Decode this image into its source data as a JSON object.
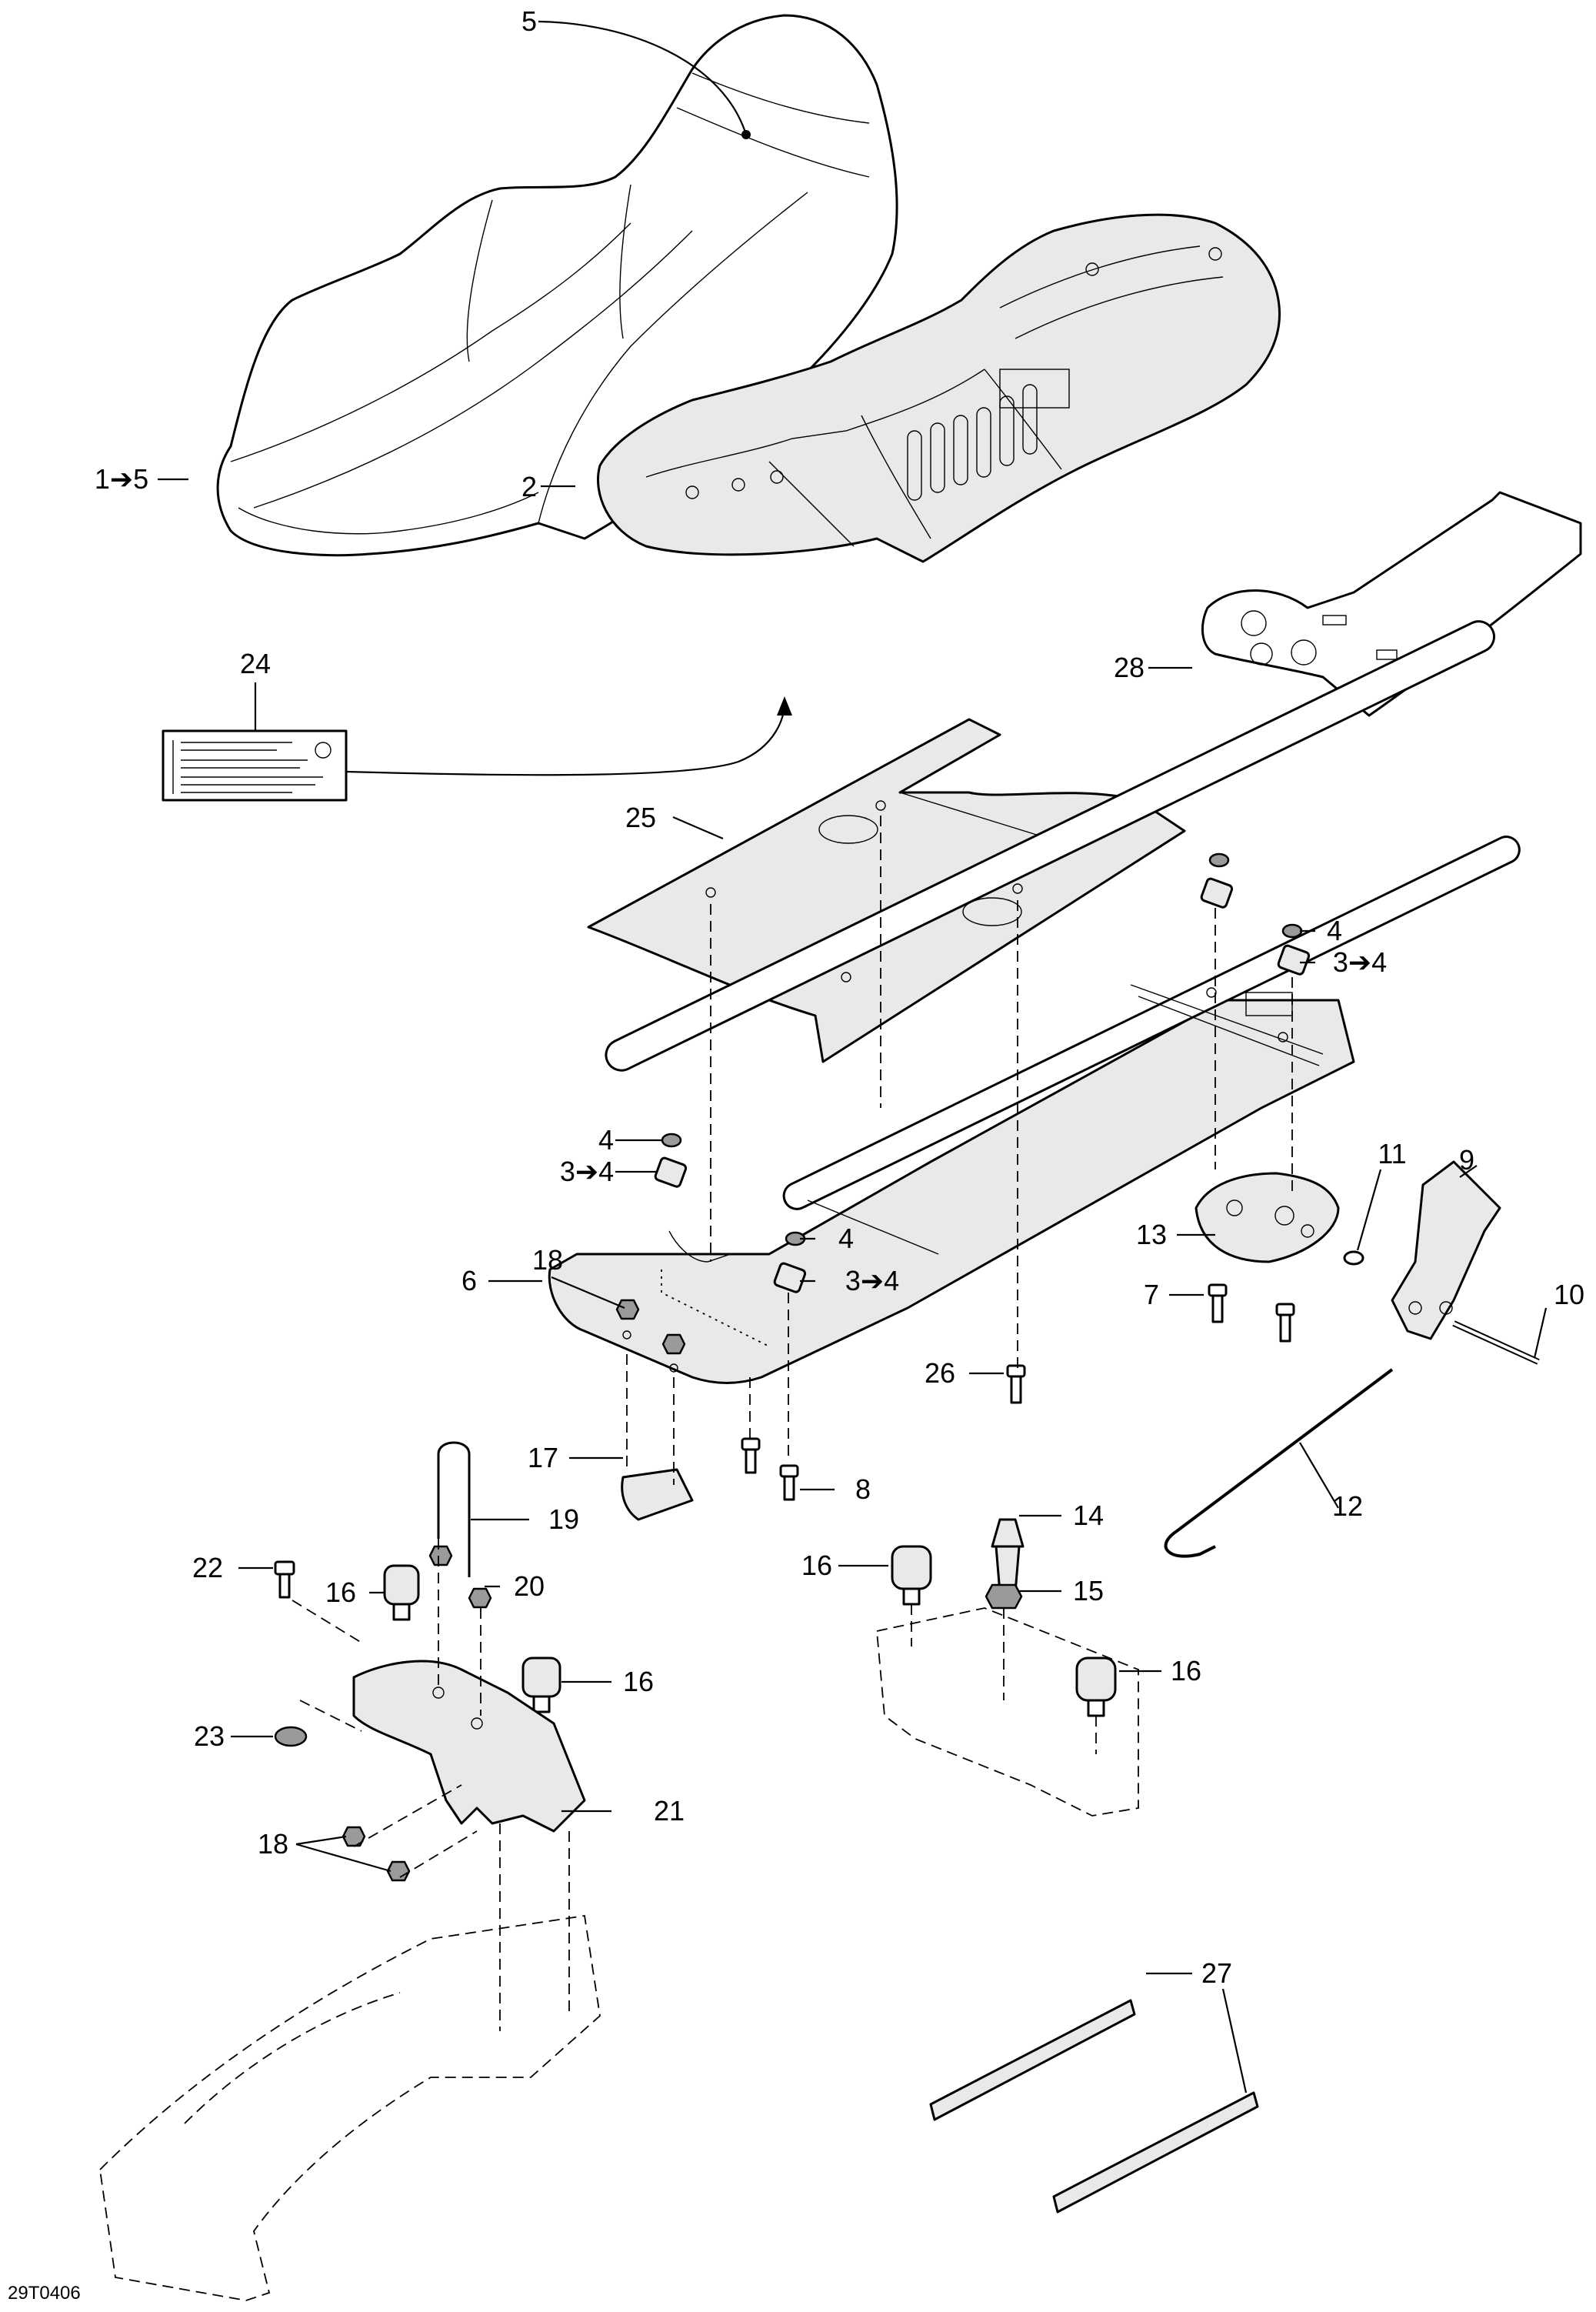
{
  "diagram_code": "29T0406",
  "callouts": [
    {
      "id": "c5",
      "text": "5"
    },
    {
      "id": "c1to5",
      "text": "1➔5"
    },
    {
      "id": "c2",
      "text": "2"
    },
    {
      "id": "c24",
      "text": "24"
    },
    {
      "id": "c28",
      "text": "28"
    },
    {
      "id": "c25",
      "text": "25"
    },
    {
      "id": "c4a",
      "text": "4"
    },
    {
      "id": "c3a",
      "text": "3➔4"
    },
    {
      "id": "c4b",
      "text": "4"
    },
    {
      "id": "c3b",
      "text": "3➔4"
    },
    {
      "id": "c4c",
      "text": "4"
    },
    {
      "id": "c3c",
      "text": "3➔4"
    },
    {
      "id": "c9",
      "text": "9"
    },
    {
      "id": "c11",
      "text": "11"
    },
    {
      "id": "c13",
      "text": "13"
    },
    {
      "id": "c18a",
      "text": "18"
    },
    {
      "id": "c6",
      "text": "6"
    },
    {
      "id": "c7",
      "text": "7"
    },
    {
      "id": "c10",
      "text": "10"
    },
    {
      "id": "c26",
      "text": "26"
    },
    {
      "id": "c17",
      "text": "17"
    },
    {
      "id": "c8",
      "text": "8"
    },
    {
      "id": "c12",
      "text": "12"
    },
    {
      "id": "c19",
      "text": "19"
    },
    {
      "id": "c14",
      "text": "14"
    },
    {
      "id": "c22",
      "text": "22"
    },
    {
      "id": "c20",
      "text": "20"
    },
    {
      "id": "c16a",
      "text": "16"
    },
    {
      "id": "c16b",
      "text": "16"
    },
    {
      "id": "c15",
      "text": "15"
    },
    {
      "id": "c16c",
      "text": "16"
    },
    {
      "id": "c16d",
      "text": "16"
    },
    {
      "id": "c23",
      "text": "23"
    },
    {
      "id": "c21",
      "text": "21"
    },
    {
      "id": "c18b",
      "text": "18"
    },
    {
      "id": "c27",
      "text": "27"
    }
  ]
}
